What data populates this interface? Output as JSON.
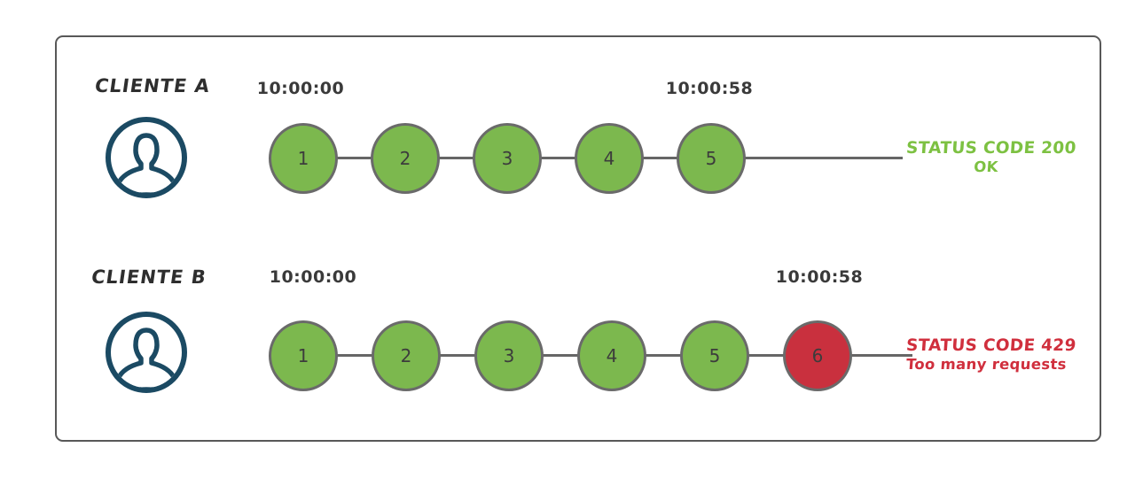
{
  "diagram": {
    "title_semantic": "rate-limit comparison of two clients",
    "rows": [
      {
        "client_label": "CLIENTE A",
        "start_time": "10:00:00",
        "end_time": "10:00:58",
        "requests": [
          {
            "label": "1",
            "color": "#7cb84e"
          },
          {
            "label": "2",
            "color": "#7cb84e"
          },
          {
            "label": "3",
            "color": "#7cb84e"
          },
          {
            "label": "4",
            "color": "#7cb84e"
          },
          {
            "label": "5",
            "color": "#7cb84e"
          }
        ],
        "status": {
          "line1": "STATUS CODE 200",
          "line2": "OK",
          "color": "#7dc142"
        }
      },
      {
        "client_label": "CLIENTE B",
        "start_time": "10:00:00",
        "end_time": "10:00:58",
        "requests": [
          {
            "label": "1",
            "color": "#7cb84e"
          },
          {
            "label": "2",
            "color": "#7cb84e"
          },
          {
            "label": "3",
            "color": "#7cb84e"
          },
          {
            "label": "4",
            "color": "#7cb84e"
          },
          {
            "label": "5",
            "color": "#7cb84e"
          },
          {
            "label": "6",
            "color": "#c9303e"
          }
        ],
        "status": {
          "line1": "STATUS CODE 429",
          "line2": "Too many requests",
          "color": "#d02f3d"
        }
      }
    ],
    "colors": {
      "request_ok": "#7cb84e",
      "request_blocked": "#c9303e",
      "status_ok_text": "#7dc142",
      "status_error_text": "#d02f3d",
      "connector_line": "#666666",
      "user_icon": "#1b4a63",
      "panel_border": "#585858"
    },
    "icons": [
      {
        "name": "user-icon",
        "meaning": "client user avatar (head and shoulders in circle)"
      }
    ]
  }
}
